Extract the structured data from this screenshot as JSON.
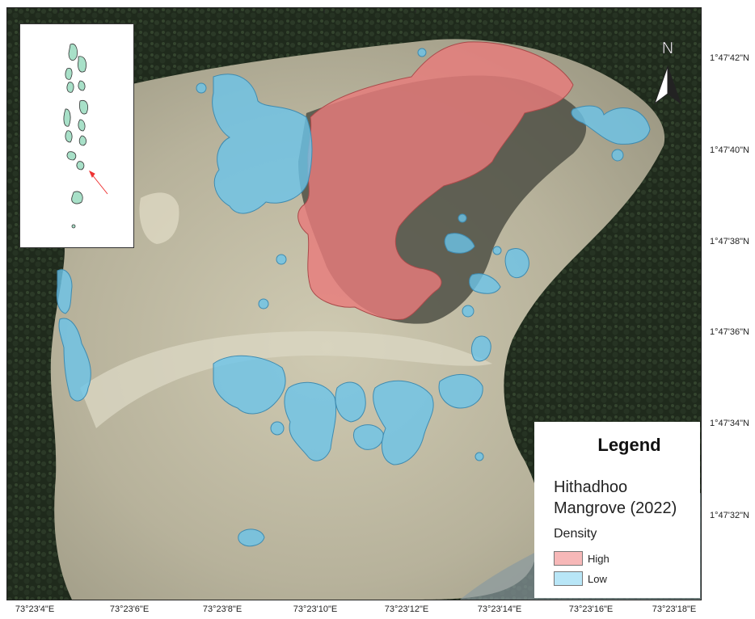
{
  "map": {
    "colors": {
      "high": "#e87b7b",
      "low": "#6cc4ea",
      "forest": "#1f2a1c",
      "flat": "#b9b59e",
      "mud": "#5a5a4a"
    }
  },
  "latitude_ticks": [
    "1°47'42\"N",
    "1°47'40\"N",
    "1°47'38\"N",
    "1°47'36\"N",
    "1°47'34\"N",
    "1°47'32\"N"
  ],
  "longitude_ticks": [
    "73°23'4\"E",
    "73°23'6\"E",
    "73°23'8\"E",
    "73°23'10\"E",
    "73°23'12\"E",
    "73°23'14\"E",
    "73°23'16\"E",
    "73°23'18\"E"
  ],
  "north_arrow": {
    "label": "N",
    "icon": "north-arrow-icon"
  },
  "inset": {
    "icon": "locator-arrow-icon"
  },
  "legend": {
    "title": "Legend",
    "layer_name": "Hithadhoo Mangrove (2022)",
    "group": "Density",
    "items": [
      {
        "label": "High",
        "color": "#f7b8b8"
      },
      {
        "label": "Low",
        "color": "#b8e6f7"
      }
    ]
  }
}
